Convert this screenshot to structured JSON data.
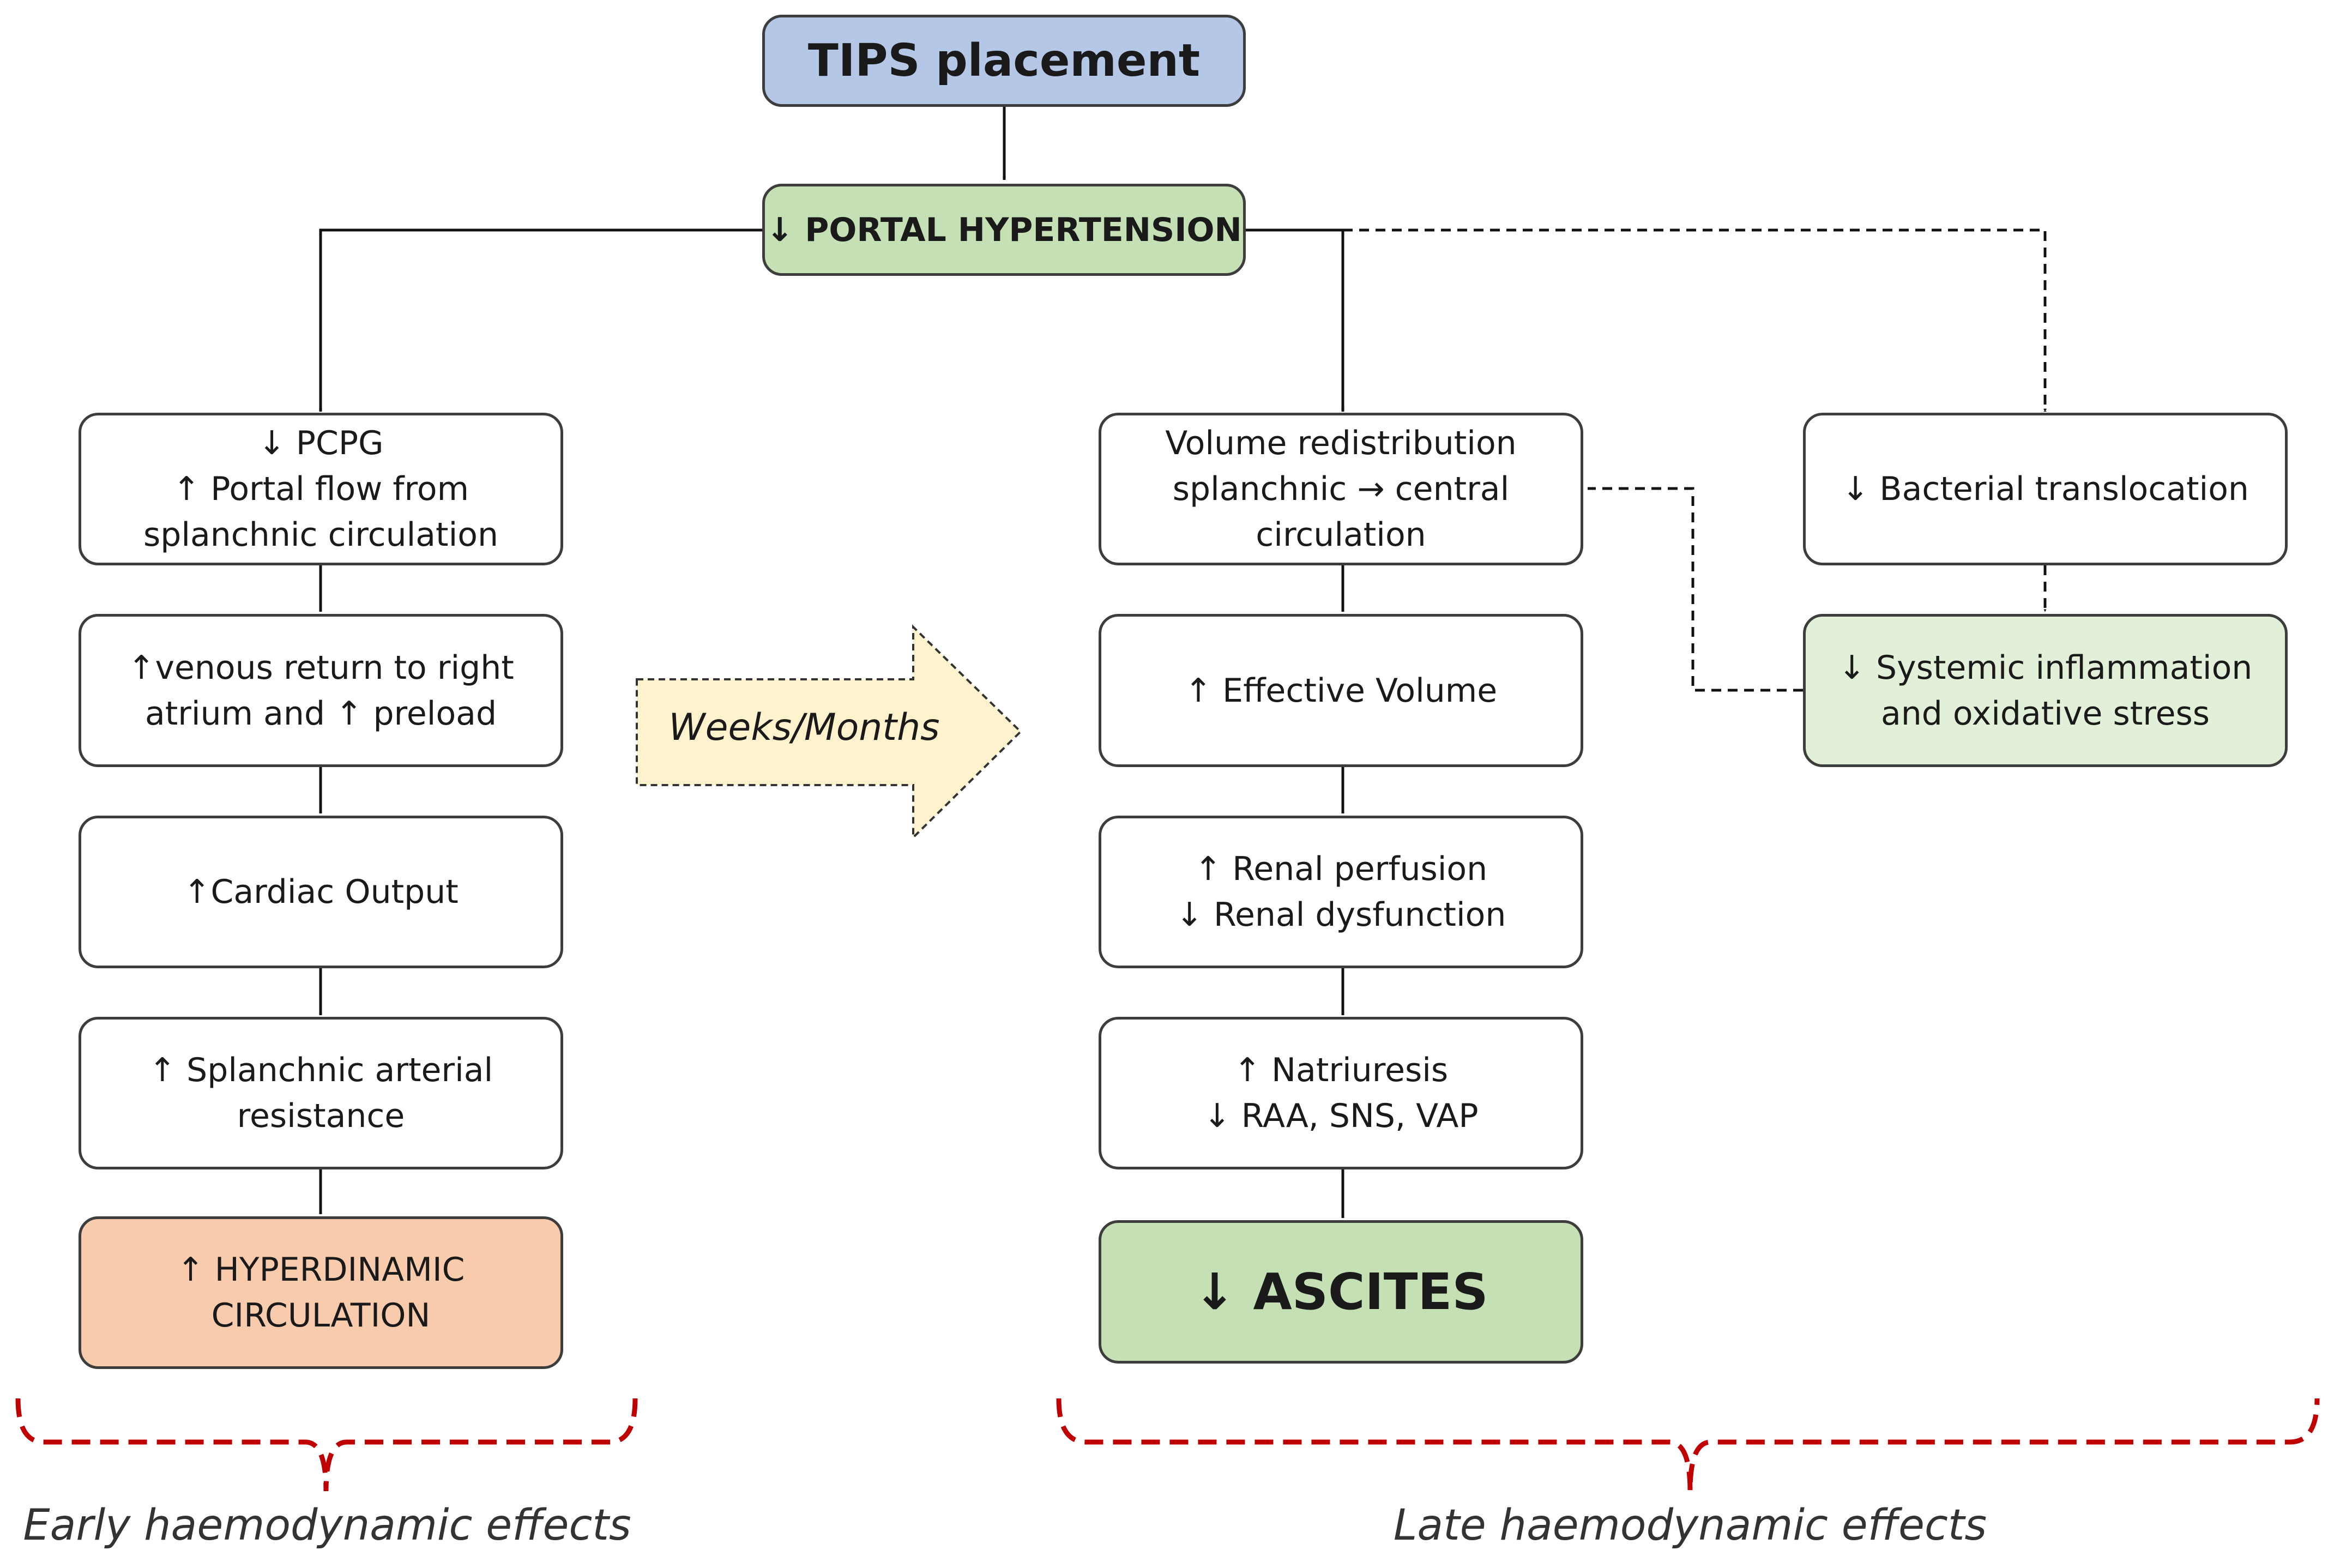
{
  "colors": {
    "title_fill": "#b4c7e7",
    "green_fill": "#c5e0b4",
    "light_green_fill": "#e2f0d9",
    "orange_fill": "#f8cbad",
    "weeks_arrow_fill": "#fff2cc",
    "bracket": "#c00000",
    "border": "#3d3d3d"
  },
  "nodes": {
    "tips": {
      "lines": [
        "TIPS placement"
      ]
    },
    "portal": {
      "lines": [
        "↓ PORTAL HYPERTENSION"
      ]
    },
    "pcpg": {
      "lines": [
        "↓ PCPG",
        "↑ Portal flow from",
        "splanchnic circulation"
      ]
    },
    "venous": {
      "lines": [
        "↑venous return to right",
        "atrium and ↑ preload"
      ]
    },
    "cardiac": {
      "lines": [
        "↑Cardiac Output"
      ]
    },
    "splanchnic": {
      "lines": [
        "↑ Splanchnic arterial",
        "resistance"
      ]
    },
    "hyper": {
      "lines": [
        "↑ HYPERDINAMIC",
        "CIRCULATION"
      ]
    },
    "volume": {
      "lines": [
        "Volume redistribution",
        "splanchnic → central",
        "circulation"
      ]
    },
    "effective": {
      "lines": [
        "↑ Effective Volume"
      ]
    },
    "renal": {
      "lines": [
        "↑ Renal perfusion",
        "↓ Renal dysfunction"
      ]
    },
    "natriuresis": {
      "lines": [
        "↑ Natriuresis",
        "↓ RAA, SNS, VAP"
      ]
    },
    "ascites": {
      "lines": [
        "↓ ASCITES"
      ]
    },
    "bacterial": {
      "lines": [
        "↓ Bacterial translocation"
      ]
    },
    "systemic": {
      "lines": [
        "↓ Systemic inflammation",
        "and oxidative stress"
      ]
    }
  },
  "time_arrow": {
    "label": "Weeks/Months"
  },
  "footer": {
    "early_label": "Early haemodynamic effects",
    "late_label": "Late haemodynamic effects"
  }
}
